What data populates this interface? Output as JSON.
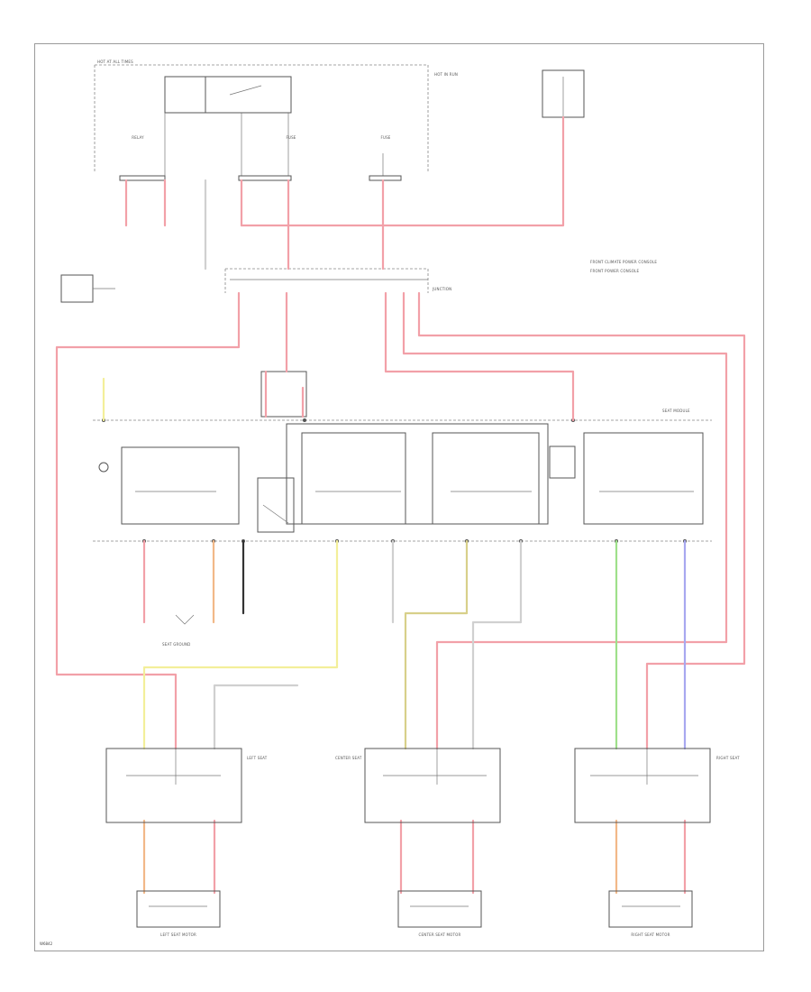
{
  "diagram": {
    "type": "wiring-diagram",
    "colors": {
      "red": "#f2a0a8",
      "pink": "#f7b4c0",
      "yellow": "#f3ef9a",
      "olive": "#d8d08a",
      "green": "#9ee08a",
      "blue": "#a8a8f0",
      "orange": "#f2b888",
      "white_wire": "#d0d0d0",
      "black_wire": "#333333",
      "outline": "#555555",
      "dashed": "#888888",
      "frame": "#9a9a9a"
    },
    "labels": {
      "top_fuse_block": "HOT AT ALL TIMES",
      "top_right_note": "HOT IN RUN",
      "fuse_box_left": "RELAY",
      "fuse_box_mid": "FUSE",
      "fuse_box_right": "FUSE",
      "junction": "JUNCTION",
      "lower_module": "SEAT MODULE",
      "legend_1": "FRONT CLIMATE POWER CONSOLE",
      "legend_2": "FRONT POWER CONSOLE",
      "left_motor": "LEFT SEAT MOTOR",
      "center_motor": "CENTER SEAT MOTOR",
      "right_motor": "RIGHT SEAT MOTOR",
      "left_switch": "LEFT SEAT",
      "center_switch": "CENTER SEAT",
      "right_switch": "RIGHT SEAT",
      "seat_ground": "SEAT GROUND",
      "footer_code": "W6842"
    }
  }
}
